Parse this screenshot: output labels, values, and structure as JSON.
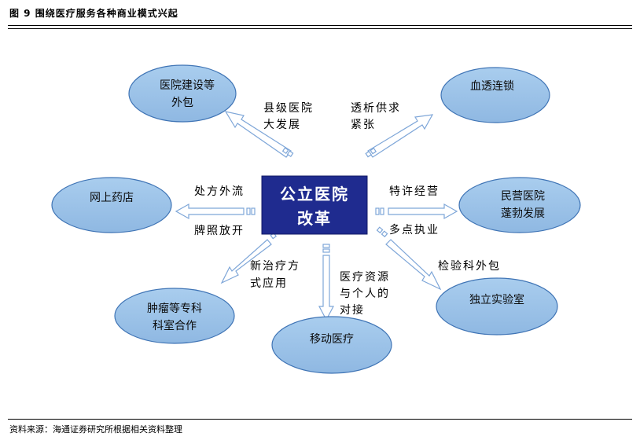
{
  "header": {
    "title": "图 9 围绕医疗服务各种商业模式兴起"
  },
  "footer": {
    "source": "资料来源：海通证券研究所根据相关资料整理"
  },
  "colors": {
    "ellipse_fill": "#9dc3e6",
    "ellipse_stroke": "#3f74b5",
    "center_fill": "#1f2b8f",
    "arrow_fill": "#ffffff",
    "arrow_stroke": "#7ea6d8"
  },
  "center": {
    "line1": "公立医院",
    "line2": "改革"
  },
  "nodes": {
    "hospital_construction": {
      "line1": "医院建设等",
      "line2": "外包"
    },
    "dialysis_chain": {
      "line1": "血透连锁"
    },
    "online_pharmacy": {
      "line1": "网上药店"
    },
    "private_hospital": {
      "line1": "民营医院",
      "line2": "蓬勃发展"
    },
    "oncology_dept": {
      "line1": "肿瘤等专科",
      "line2": "科室合作"
    },
    "mobile_medical": {
      "line1": "移动医疗"
    },
    "independent_lab": {
      "line1": "独立实验室"
    }
  },
  "labels": {
    "county_hospital": {
      "line1": "县级医院",
      "line2": "大发展"
    },
    "dialysis_supply": {
      "line1": "透析供求",
      "line2": "紧张"
    },
    "prescription_outflow": "处方外流",
    "license_open": "牌照放开",
    "franchise": "特许经营",
    "multi_site": "多点执业",
    "new_treatment": {
      "line1": "新治疗方",
      "line2": "式应用"
    },
    "resources_link": {
      "line1": "医疗资源",
      "line2": "与个人的",
      "line3": "对接"
    },
    "test_outsourcing": "检验科外包"
  }
}
